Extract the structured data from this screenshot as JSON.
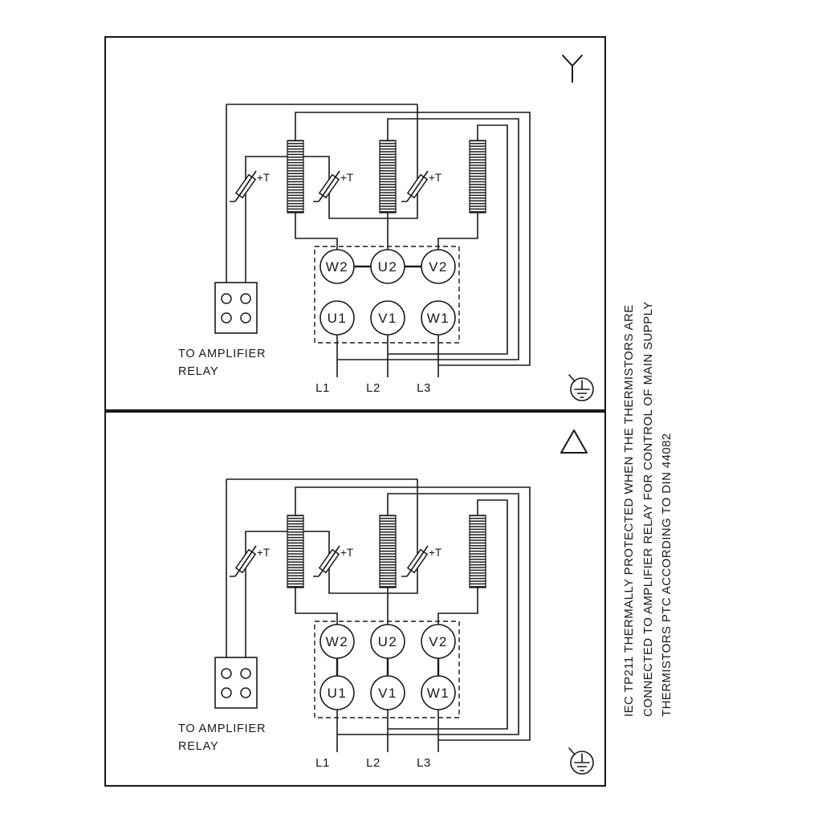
{
  "note": {
    "line1": "IEC TP211 THERMALLY PROTECTED WHEN THE THERMISTORS ARE",
    "line2": "CONNECTED TO AMPLIFIER RELAY FOR CONTROL OF MAIN SUPPLY",
    "line3": "THERMISTORS PTC ACCORDING TO DIN 44082"
  },
  "panels": [
    {
      "connection": "star",
      "symbol_icon": "wye-icon",
      "terminals_top": [
        "W2",
        "U2",
        "V2"
      ],
      "terminals_bottom": [
        "U1",
        "V1",
        "W1"
      ],
      "thermistor_label": "+T",
      "relay_label_line1": "TO AMPLIFIER",
      "relay_label_line2": "RELAY",
      "supply_lines": [
        "L1",
        "L2",
        "L3"
      ],
      "ground_icon": "earth-ground-icon"
    },
    {
      "connection": "delta",
      "symbol_icon": "delta-icon",
      "terminals_top": [
        "W2",
        "U2",
        "V2"
      ],
      "terminals_bottom": [
        "U1",
        "V1",
        "W1"
      ],
      "thermistor_label": "+T",
      "relay_label_line1": "TO AMPLIFIER",
      "relay_label_line2": "RELAY",
      "supply_lines": [
        "L1",
        "L2",
        "L3"
      ],
      "ground_icon": "earth-ground-icon"
    }
  ],
  "colors": {
    "line": "#1a1a1a",
    "background": "#ffffff"
  }
}
